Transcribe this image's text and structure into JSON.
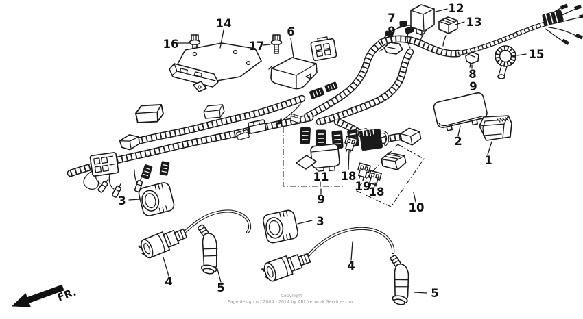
{
  "diagram": {
    "background_color": "#ffffff",
    "line_color": "#1a1a1a"
  },
  "callouts": [
    "16",
    "14",
    "17",
    "6",
    "7",
    "9",
    "12",
    "13",
    "8",
    "9",
    "15",
    "2",
    "1",
    "11",
    "9",
    "18",
    "19",
    "18",
    "10",
    "3",
    "3",
    "4",
    "5",
    "4",
    "5"
  ],
  "orientation": {
    "label": "FR."
  },
  "footer": {
    "line1": "Copyright",
    "line2": "Page design (c) 2004 - 2014 by ARI Network Services, Inc."
  }
}
